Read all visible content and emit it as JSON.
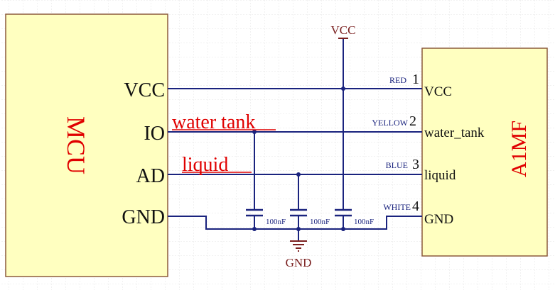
{
  "colors": {
    "background": "#ffffff",
    "grid": "#dcdcdc",
    "component_fill": "#ffffc0",
    "component_border": "#8c5a3c",
    "wire": "#1a237e",
    "label_red": "#e00000",
    "power_symbol": "#7a1f1f",
    "pin_text": "#111111",
    "small_text": "#1a237e"
  },
  "mcu": {
    "name": "MCU",
    "pins": [
      {
        "label": "VCC"
      },
      {
        "label": "IO"
      },
      {
        "label": "AD"
      },
      {
        "label": "GND"
      }
    ]
  },
  "sensor": {
    "name": "A1MF",
    "pins": [
      {
        "number": "1",
        "label": "VCC",
        "wire_color": "RED"
      },
      {
        "number": "2",
        "label": "water_tank",
        "wire_color": "YELLOW"
      },
      {
        "number": "3",
        "label": "liquid",
        "wire_color": "BLUE"
      },
      {
        "number": "4",
        "label": "GND",
        "wire_color": "WHITE"
      }
    ]
  },
  "net_labels": {
    "io": "water tank",
    "ad": "liquid"
  },
  "capacitors": [
    {
      "value": "100nF"
    },
    {
      "value": "100nF"
    },
    {
      "value": "100nF"
    }
  ],
  "power": {
    "vcc": "VCC",
    "gnd": "GND"
  }
}
